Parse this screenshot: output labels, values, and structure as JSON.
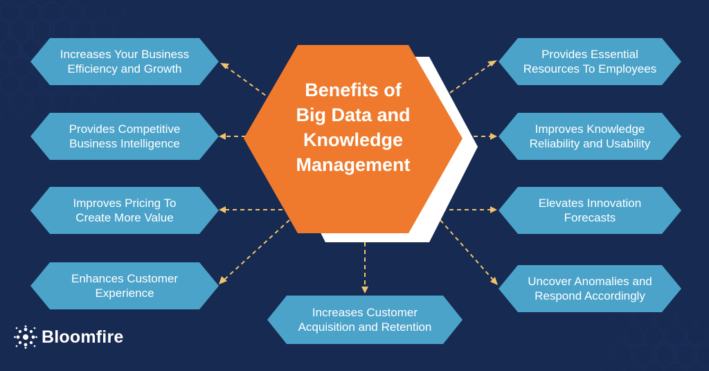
{
  "title": {
    "line1": "Benefits of",
    "line2": "Big Data and",
    "line3": "Knowledge",
    "line4": "Management"
  },
  "left_items": [
    {
      "line1": "Increases Your Business",
      "line2": "Efficiency and Growth"
    },
    {
      "line1": "Provides Competitive",
      "line2": "Business Intelligence"
    },
    {
      "line1": "Improves Pricing To",
      "line2": "Create More Value"
    },
    {
      "line1": "Enhances Customer",
      "line2": "Experience"
    }
  ],
  "bottom_item": {
    "line1": "Increases Customer",
    "line2": "Acquisition and Retention"
  },
  "right_items": [
    {
      "line1": "Provides Essential",
      "line2": "Resources To Employees"
    },
    {
      "line1": "Improves Knowledge",
      "line2": "Reliability and Usability"
    },
    {
      "line1": "Elevates Innovation",
      "line2": "Forecasts"
    },
    {
      "line1": "Uncover Anomalies and",
      "line2": "Respond Accordingly"
    }
  ],
  "brand": {
    "name": "Bloomfire"
  },
  "colors": {
    "background": "#172a52",
    "center_hexagon": "#ef7a2d",
    "benefit_hexagon": "#4ba3c9",
    "arrow": "#f2c36b"
  }
}
